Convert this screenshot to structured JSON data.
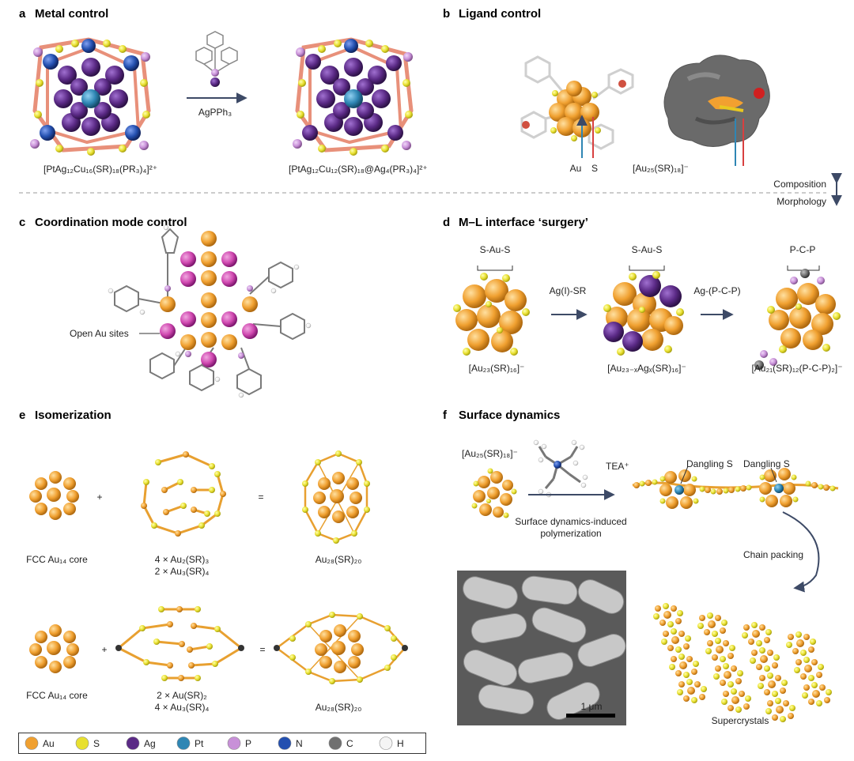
{
  "panels": {
    "a": {
      "letter": "a",
      "title": "Metal control",
      "reagent": "AgPPh₃",
      "left_formula": "[PtAg₁₂Cu₁₆(SR)₁₈(PR₃)₄]²⁺",
      "right_formula": "[PtAg₁₂Cu₁₂(SR)₁₈@Ag₄(PR₃)₄]²⁺"
    },
    "b": {
      "letter": "b",
      "title": "Ligand control",
      "au_label": "Au",
      "s_label": "S",
      "formula": "[Au₂₅(SR)₁₈]⁻"
    },
    "divider": {
      "top": "Composition",
      "bottom": "Morphology"
    },
    "c": {
      "letter": "c",
      "title": "Coordination mode control",
      "open_sites": "Open Au sites"
    },
    "d": {
      "letter": "d",
      "title": "M–L interface ‘surgery’",
      "motif1": "S-Au-S",
      "motif2": "S-Au-S",
      "motif3": "P-C-P",
      "step1": "Ag(I)-SR",
      "step2": "Ag-(P-C-P)",
      "f1": "[Au₂₃(SR)₁₆]⁻",
      "f2": "[Au₂₃₋ₓAgₓ(SR)₁₆]⁻",
      "f3": "[Au₂₁(SR)₁₂(P-C-P)₂]⁻"
    },
    "e": {
      "letter": "e",
      "title": "Isomerization",
      "plus": "+",
      "equals": "=",
      "core1": "FCC Au₁₄ core",
      "mid1_a": "4 × Au₂(SR)₃",
      "mid1_b": "2 × Au₃(SR)₄",
      "prod1": "Au₂₈(SR)₂₀",
      "core2": "FCC Au₁₄ core",
      "mid2_a": "2 × Au(SR)₂",
      "mid2_b": "4 × Au₃(SR)₄",
      "prod2": "Au₂₈(SR)₂₀"
    },
    "f": {
      "letter": "f",
      "title": "Surface dynamics",
      "formula": "[Au₂₅(SR)₁₈]⁻",
      "tea": "TEA⁺",
      "dangling": "Dangling S",
      "process_line1": "Surface dynamics-induced",
      "process_line2": "polymerization",
      "chain_packing": "Chain packing",
      "scale": "1 μm",
      "supercrystals": "Supercrystals"
    }
  },
  "legend": [
    {
      "name": "Au",
      "color": "#f0a030"
    },
    {
      "name": "S",
      "color": "#e8e030"
    },
    {
      "name": "Ag",
      "color": "#5b2a86"
    },
    {
      "name": "Pt",
      "color": "#2f86b4"
    },
    {
      "name": "P",
      "color": "#c890d8"
    },
    {
      "name": "N",
      "color": "#2450b0"
    },
    {
      "name": "C",
      "color": "#707070"
    },
    {
      "name": "H",
      "color": "#f4f4f4"
    }
  ]
}
